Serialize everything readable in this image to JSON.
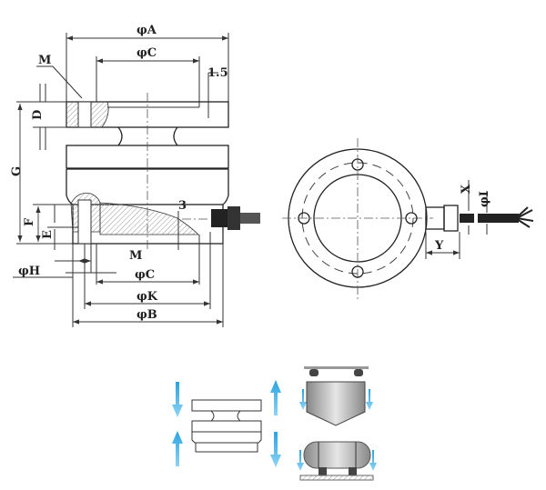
{
  "side_view": {
    "labels": {
      "phi_a": "φA",
      "phi_c_top": "φC",
      "m_top": "M",
      "dim_1_5": "1.5",
      "d": "D",
      "g": "G",
      "f": "F",
      "e": "E",
      "dim_3": "3",
      "m_bottom": "M",
      "phi_h": "φH",
      "phi_c_bottom": "φC",
      "phi_k": "φK",
      "phi_b": "φB"
    }
  },
  "top_view": {
    "labels": {
      "x": "X",
      "phi_i": "φI",
      "y": "Y"
    }
  },
  "application_icons": {
    "arrow_color": "#29a3e0",
    "body_color": "#b8b8b8"
  }
}
